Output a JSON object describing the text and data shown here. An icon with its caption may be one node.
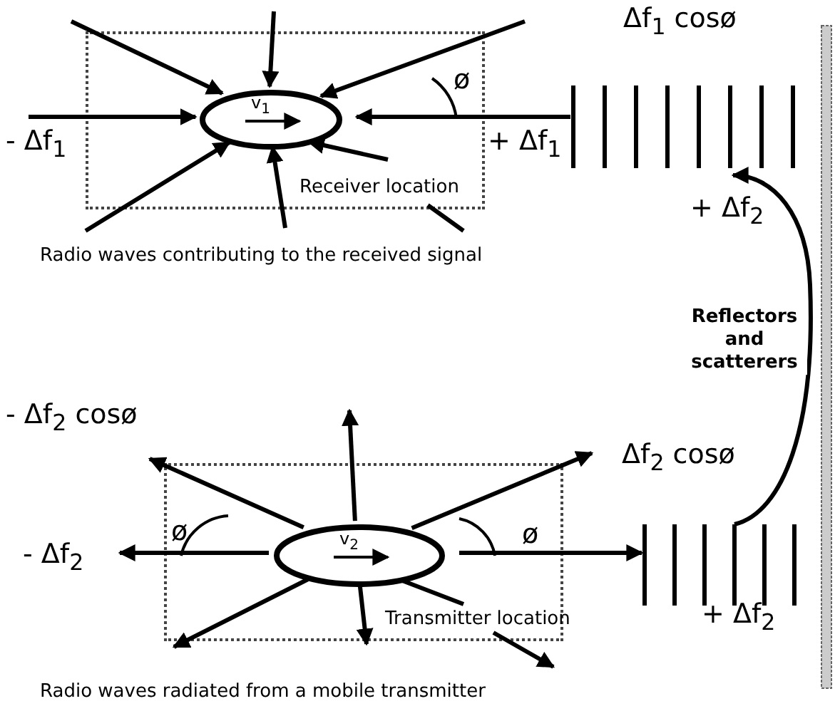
{
  "diagram": {
    "nodes": [
      {
        "text": [
          "Receiver location"
        ]
      },
      {
        "text": [
          "v$_{1}$"
        ],
        "in": 0
      },
      {
        "text": [],
        "shape": "bar"
      },
      {
        "text": [
          "Transmitter location"
        ]
      },
      {
        "text": [
          "v$_{2}$"
        ],
        "in": 3
      },
      {
        "text": [],
        "shape": "bar"
      }
    ],
    "edges": [
      {
        "from": null,
        "to": 1,
        "arrow": "to"
      },
      {
        "from": null,
        "to": 1,
        "arrow": "to"
      },
      {
        "from": null,
        "to": 1,
        "arrow": "to"
      },
      {
        "from": null,
        "to": 1,
        "arrow": "to"
      },
      {
        "from": 2,
        "to": 1,
        "arrow": "to"
      },
      {
        "from": null,
        "to": 1,
        "arrow": "to"
      },
      {
        "from": null,
        "to": 1,
        "arrow": "to"
      },
      {
        "from": null,
        "to": 1,
        "arrow": "to"
      },
      {
        "from": 4,
        "to": null,
        "arrow": "to"
      },
      {
        "from": 4,
        "to": null,
        "arrow": "to"
      },
      {
        "from": 4,
        "to": null,
        "arrow": "to"
      },
      {
        "from": 4,
        "to": null,
        "arrow": "to"
      },
      {
        "from": 4,
        "to": 5,
        "arrow": "to"
      },
      {
        "from": 4,
        "to": null,
        "arrow": "to"
      },
      {
        "from": 4,
        "to": null,
        "arrow": "to"
      },
      {
        "from": 4,
        "to": null,
        "arrow": "to"
      },
      {
        "from": 5,
        "to": 2,
        "arrow": "to"
      }
    ],
    "labels": [
      "Δf$_{1}$ cosø",
      "ø",
      "- Δf$_{1}$",
      "+ Δf$_{1}$",
      "Radio waves contributing to the received signal",
      "+ Δf$_{2}$",
      "Reflectors and scatterers",
      "- Δf$_{2}$ cosø",
      "Δf$_{2}$ cosø",
      "ø",
      "- Δf$_{2}$",
      "ø",
      "+ Δf$_{2}$",
      "Radio waves radiated from a mobile transmitter"
    ]
  }
}
